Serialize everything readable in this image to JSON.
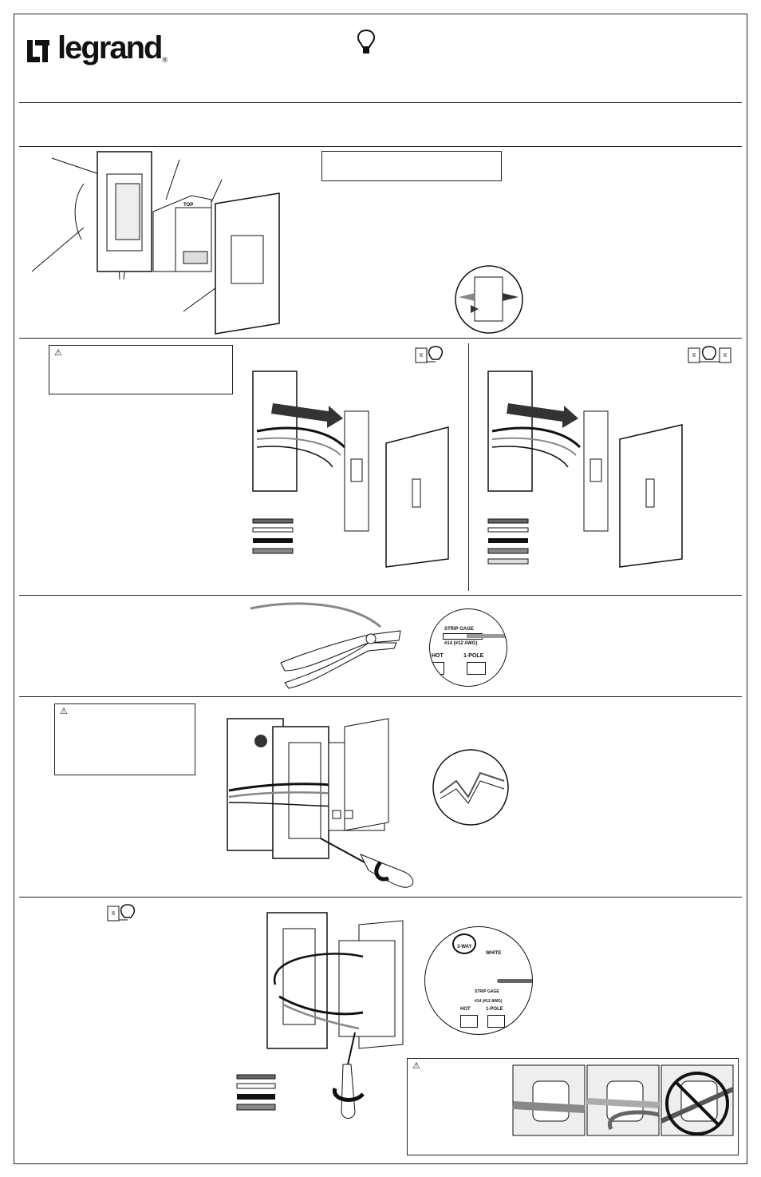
{
  "header": {
    "brand": "legrand",
    "registered_mark": "®",
    "bulb_icon": "lightbulb-icon"
  },
  "section1": {
    "device_label_top": "TOP"
  },
  "section2": {
    "warning_symbol": "⚠",
    "single_pole_icon": "switch-bulb-icon",
    "three_way_icon": "switch-bulb-switch-icon"
  },
  "section3": {
    "strip_gage_label": "STRIP GAGE",
    "wire_gauge_label": "#14 (#12 AWG)",
    "hot_label": "HOT",
    "one_pole_label": "1-POLE"
  },
  "section4": {
    "warning_symbol": "⚠"
  },
  "section5": {
    "single_pole_icon": "switch-bulb-icon",
    "three_way_label": "3-WAY",
    "white_label": "WHITE",
    "strip_gage_label": "STRIP GAGE",
    "wire_gauge_label": "#14 (#12 AWG)",
    "hot_label": "HOT",
    "one_pole_label": "1-POLE",
    "warning_symbol": "⚠"
  }
}
